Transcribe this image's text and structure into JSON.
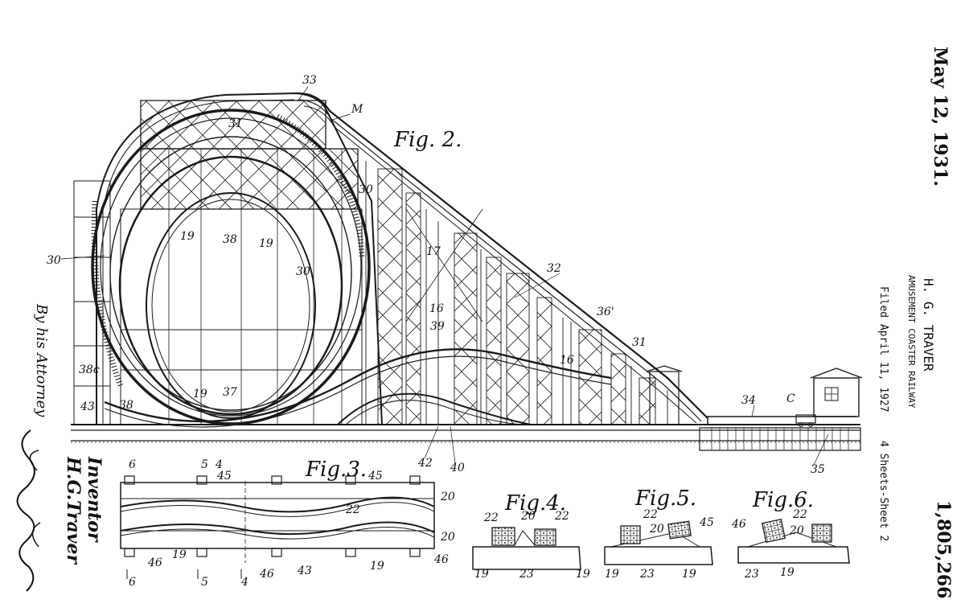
{
  "patent": {
    "date": "May 12, 1931.",
    "inventor_name": "H. G. TRAVER",
    "title": "AMUSEMENT COASTER RAILWAY",
    "filed": "Filed April 11, 1927",
    "sheets": "4 Sheets-Sheet 2",
    "number": "1,805,266"
  },
  "signature": {
    "inventor_label": "Inventor",
    "inventor_name": "H.G.Traver",
    "by_attorney": "By his Attorney"
  },
  "figures": {
    "fig2": "Fig. 2.",
    "fig3": "Fig.3.",
    "fig4": "Fig.4.",
    "fig5": "Fig.5.",
    "fig6": "Fig.6."
  },
  "refs": {
    "r33": "33",
    "rM": "M",
    "r31a": "31",
    "r30a": "30",
    "r19a": "19",
    "r38": "38",
    "r19b": "19",
    "r30b": "30",
    "r30c": "30",
    "r17": "17",
    "r32": "32",
    "r16a": "16",
    "r39": "39",
    "r36p": "36'",
    "r31b": "31",
    "r16b": "16",
    "r38c": "38c",
    "r19c": "19",
    "r37": "37",
    "r43a": "43",
    "r38b": "38",
    "r42": "42",
    "r40": "40",
    "r34": "34",
    "rC": "C",
    "r35": "35",
    "f3_6a": "6",
    "f3_5a": "5",
    "f3_4a": "4",
    "f3_45a": "45",
    "f3_45b": "45",
    "f3_20a": "20",
    "f3_22": "22",
    "f3_20b": "20",
    "f3_46a": "46",
    "f3_19a": "19",
    "f3_46b": "46",
    "f3_43": "43",
    "f3_19b": "19",
    "f3_46c": "46",
    "f3_6b": "6",
    "f3_5b": "5",
    "f3_4b": "4",
    "f4_22a": "22",
    "f4_20": "20",
    "f4_22b": "22",
    "f4_19a": "19",
    "f4_23": "23",
    "f4_19b": "19",
    "f5_22": "22",
    "f5_20": "20",
    "f5_45": "45",
    "f5_19a": "19",
    "f5_23": "23",
    "f5_19b": "19",
    "f6_22": "22",
    "f6_46": "46",
    "f6_20": "20",
    "f6_23": "23",
    "f6_19": "19"
  }
}
